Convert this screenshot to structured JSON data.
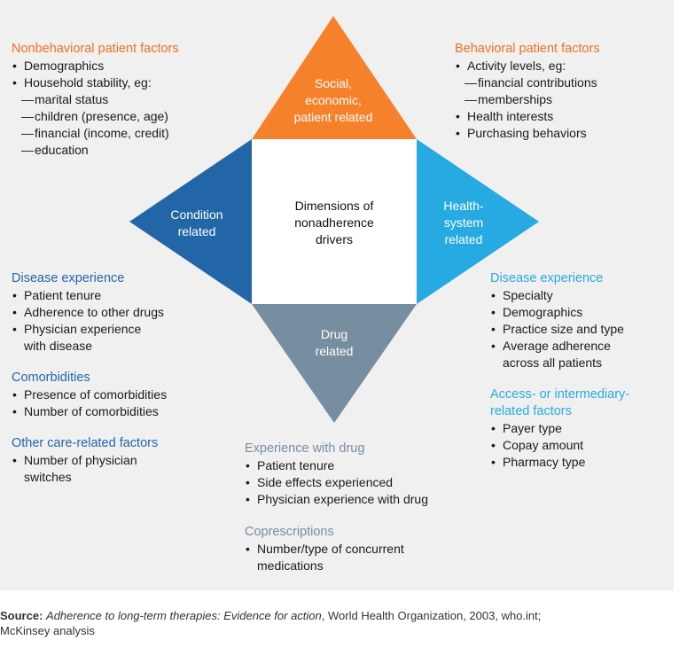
{
  "colors": {
    "panel_bg": "#f0f0f0",
    "social": "#f5822a",
    "condition": "#2266a7",
    "health_system": "#27aae1",
    "drug": "#778da0",
    "center_fill": "#ffffff",
    "orange_text": "#f37021",
    "dark_blue_text": "#2266a7",
    "light_blue_text": "#27aae1",
    "gray_text": "#778da0"
  },
  "diagram": {
    "center": [
      "Dimensions of",
      "nonadherence",
      "drivers"
    ],
    "social": [
      "Social,",
      "economic,",
      "patient related"
    ],
    "condition": [
      "Condition",
      "related"
    ],
    "health_system": [
      "Health-",
      "system",
      "related"
    ],
    "drug": [
      "Drug",
      "related"
    ]
  },
  "groups": {
    "nonbehavioral": {
      "title": "Nonbehavioral patient factors",
      "items": [
        {
          "kind": "bullet",
          "text": "Demographics"
        },
        {
          "kind": "bullet",
          "text": "Household stability, eg:"
        },
        {
          "kind": "sub",
          "text": "marital status"
        },
        {
          "kind": "sub",
          "text": "children (presence, age)"
        },
        {
          "kind": "sub",
          "text": "financial (income, credit)"
        },
        {
          "kind": "sub",
          "text": "education"
        }
      ]
    },
    "behavioral": {
      "title": "Behavioral patient factors",
      "items": [
        {
          "kind": "bullet",
          "text": "Activity levels, eg:"
        },
        {
          "kind": "sub",
          "text": "financial contributions"
        },
        {
          "kind": "sub",
          "text": "memberships"
        },
        {
          "kind": "bullet",
          "text": "Health interests"
        },
        {
          "kind": "bullet",
          "text": "Purchasing behaviors"
        }
      ]
    },
    "disease_left": {
      "title": "Disease experience",
      "items": [
        {
          "kind": "bullet",
          "text": "Patient tenure"
        },
        {
          "kind": "bullet",
          "text": "Adherence to other drugs"
        },
        {
          "kind": "bullet",
          "text": "Physician experience"
        },
        {
          "kind": "cont",
          "text": "with disease"
        }
      ]
    },
    "comorbidities": {
      "title": "Comorbidities",
      "items": [
        {
          "kind": "bullet",
          "text": "Presence of comorbidities"
        },
        {
          "kind": "bullet",
          "text": "Number of comorbidities"
        }
      ]
    },
    "other_care": {
      "title": "Other care-related factors",
      "items": [
        {
          "kind": "bullet",
          "text": "Number of physician"
        },
        {
          "kind": "cont",
          "text": "switches"
        }
      ]
    },
    "disease_right": {
      "title": "Disease experience",
      "items": [
        {
          "kind": "bullet",
          "text": "Specialty"
        },
        {
          "kind": "bullet",
          "text": "Demographics"
        },
        {
          "kind": "bullet",
          "text": "Practice size and type"
        },
        {
          "kind": "bullet",
          "text": "Average adherence"
        },
        {
          "kind": "cont",
          "text": "across all patients"
        }
      ]
    },
    "access": {
      "title_lines": [
        "Access- or intermediary-",
        "related factors"
      ],
      "items": [
        {
          "kind": "bullet",
          "text": "Payer type"
        },
        {
          "kind": "bullet",
          "text": "Copay amount"
        },
        {
          "kind": "bullet",
          "text": "Pharmacy type"
        }
      ]
    },
    "experience_drug": {
      "title": "Experience with drug",
      "items": [
        {
          "kind": "bullet",
          "text": "Patient tenure"
        },
        {
          "kind": "bullet",
          "text": "Side effects experienced"
        },
        {
          "kind": "bullet",
          "text": "Physician experience with drug"
        }
      ]
    },
    "coprescriptions": {
      "title": "Coprescriptions",
      "items": [
        {
          "kind": "bullet",
          "text": "Number/type of concurrent"
        },
        {
          "kind": "cont",
          "text": "medications"
        }
      ]
    }
  },
  "source": {
    "label": "Source:",
    "title": "Adherence to long-term therapies: Evidence for action",
    "rest": ", World Health Organization, 2003, who.int;",
    "line2": "McKinsey analysis"
  }
}
